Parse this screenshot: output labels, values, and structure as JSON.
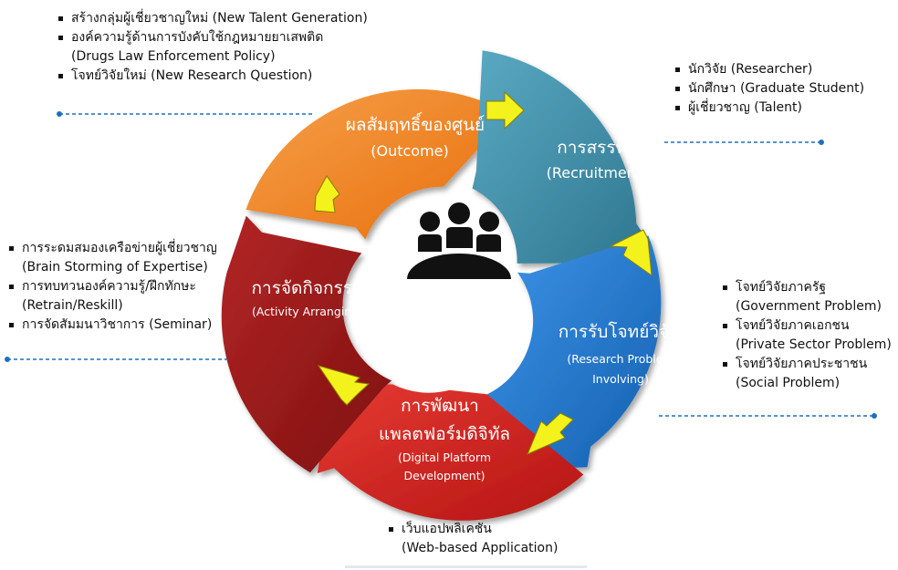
{
  "segments": {
    "outcome": {
      "title": "ผลสัมฤทธิ์ของศูนย์",
      "subtitle": "(Outcome)",
      "color": "#f07e1b"
    },
    "recruitment": {
      "title": "การสรรหา",
      "subtitle": "(Recruitment)",
      "color": "#3f8fa8"
    },
    "research": {
      "title": "การรับโจทย์วิจัย",
      "subtitle_line1": "(Research Problem",
      "subtitle_line2": "Involving)",
      "color": "#1e73c8"
    },
    "platform": {
      "title_line1": "การพัฒนา",
      "title_line2": "แพลตฟอร์มดิจิทัล",
      "subtitle_line1": "(Digital Platform",
      "subtitle_line2": "Development)",
      "color": "#d01f1f"
    },
    "activity": {
      "title": "การจัดกิจกรรม",
      "subtitle": "(Activity Arranging)",
      "color": "#9e1a1a"
    }
  },
  "center_icon": "people-meeting-icon",
  "arrow_color": "#f4f21c",
  "connector_color": "#1f6fbf",
  "notes": {
    "outcome": [
      "สร้างกลุ่มผู้เชี่ยวชาญใหม่ (New Talent Generation)",
      "องค์ความรู้ด้านการบังคับใช้กฎหมายยาเสพติด",
      "(Drugs Law Enforcement Policy)",
      "โจทย์วิจัยใหม่ (New Research Question)"
    ],
    "recruitment": [
      "นักวิจัย (Researcher)",
      "นักศึกษา (Graduate Student)",
      "ผู้เชี่ยวชาญ (Talent)"
    ],
    "research": [
      "โจทย์วิจัยภาครัฐ",
      "(Government Problem)",
      "โจทย์วิจัยภาคเอกชน",
      "(Private Sector Problem)",
      "โจทย์วิจัยภาคประชาชน",
      "(Social Problem)"
    ],
    "activity": [
      "การระดมสมองเครือข่ายผู้เชี่ยวชาญ",
      "(Brain Storming of Expertise)",
      "การทบทวนองค์ความรู้/ฝึกทักษะ",
      "(Retrain/Reskill)",
      "การจัดสัมมนาวิชาการ (Seminar)"
    ],
    "platform": [
      "เว็บแอปพลิเคชัน",
      "(Web-based Application)"
    ]
  }
}
